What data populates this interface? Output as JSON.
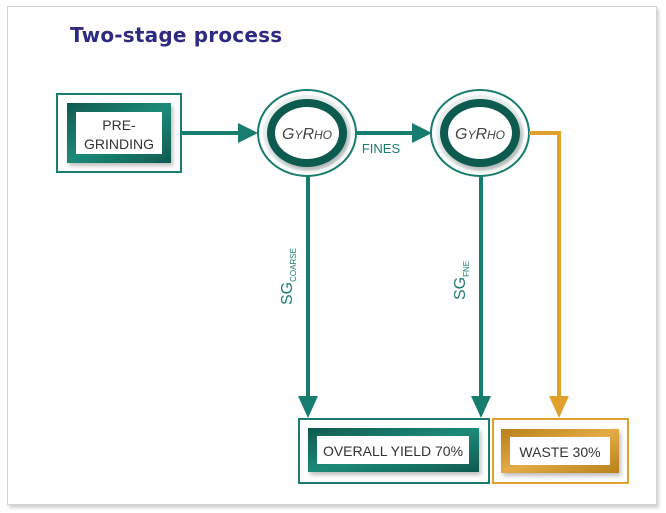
{
  "title": "Two-stage process",
  "colors": {
    "title": "#2e2a82",
    "teal": "#177d6e",
    "teal_dark": "#0f5a4f",
    "gold": "#e0a22c",
    "gold_dark": "#b8801a",
    "text": "#333333"
  },
  "nodes": {
    "pregrinding": {
      "line1": "PRE-",
      "line2": "GRINDING"
    },
    "gyrho1": {
      "label_g": "G",
      "label_y": "Y",
      "label_r": "R",
      "label_ho": "HO"
    },
    "gyrho2": {
      "label_g": "G",
      "label_y": "Y",
      "label_r": "R",
      "label_ho": "HO"
    },
    "yield": {
      "label": "OVERALL YIELD 70%"
    },
    "waste": {
      "label": "WASTE 30%"
    }
  },
  "edges": {
    "fines": "FINES",
    "sg_coarse": {
      "main": "SG",
      "sub": "COARSE"
    },
    "sg_fine": {
      "main": "SG",
      "sub": "FNE"
    }
  }
}
